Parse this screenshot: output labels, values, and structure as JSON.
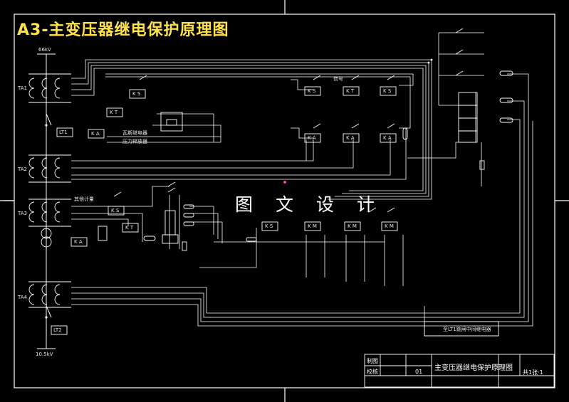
{
  "title": "A3-主变压器继电保护原理图",
  "watermark": "图 文 设 计",
  "labels": {
    "bus_hv": "66kV",
    "bus_lv": "10.5kV",
    "ta1": "TA1",
    "ta2": "TA2",
    "ta3": "TA3",
    "ta4": "TA4",
    "lt1": "LT1",
    "lt2": "LT2",
    "gas_relay": "瓦斯继电器",
    "pressure_release": "压力释放器",
    "signal": "信号",
    "aux": "其他计量",
    "trip_note": "至LT1跳闸中间继电器"
  },
  "relays": {
    "ks": "K S",
    "kt": "K T",
    "ka": "K A",
    "km": "K M",
    "ks_lower": "K S"
  },
  "title_block": {
    "designed": "制图",
    "checked": "校核",
    "sheet": "01",
    "drawing_name": "主变压器继电保护原理图",
    "page": "共1张·1"
  }
}
